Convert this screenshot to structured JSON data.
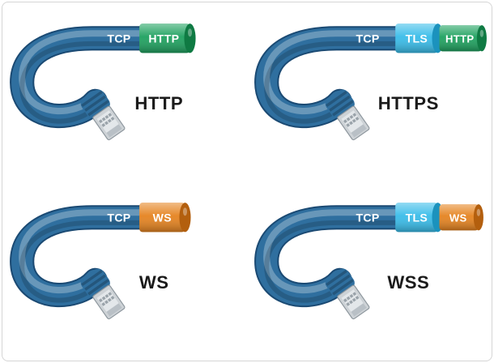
{
  "figure": {
    "background": "#ffffff",
    "border_color": "#d5d5d5"
  },
  "colors": {
    "cable": "#2f6f9f",
    "cable_dark": "#1b4a73",
    "connector_body": "#cdd2d6",
    "connector_inner": "#e3e7ea",
    "connector_pins": "#9aa3aa"
  },
  "panels": [
    {
      "tcp_label": "TCP",
      "seg1_label": "HTTP",
      "seg1_color": "#1ea15f",
      "seg1_dark": "#0f7a43",
      "title": "HTTP"
    },
    {
      "tcp_label": "TCP",
      "seg1_label": "TLS",
      "seg1_color": "#38bce9",
      "seg1_dark": "#1b92bd",
      "seg2_label": "HTTP",
      "seg2_color": "#1ea15f",
      "seg2_dark": "#0f7a43",
      "title": "HTTPS"
    },
    {
      "tcp_label": "TCP",
      "seg1_label": "WS",
      "seg1_color": "#e5831f",
      "seg1_dark": "#b35f0e",
      "title": "WS"
    },
    {
      "tcp_label": "TCP",
      "seg1_label": "TLS",
      "seg1_color": "#38bce9",
      "seg1_dark": "#1b92bd",
      "seg2_label": "WS",
      "seg2_color": "#e5831f",
      "seg2_dark": "#b35f0e",
      "title": "WSS"
    }
  ]
}
